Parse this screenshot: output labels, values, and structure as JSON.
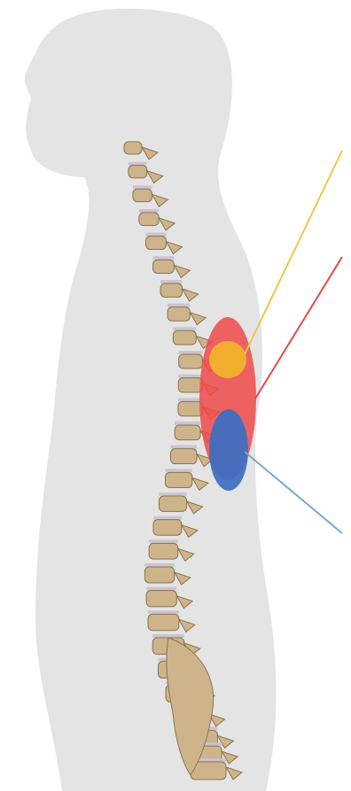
{
  "illustration": {
    "subject": "spine-side-view-with-highlighted-regions",
    "colors": {
      "background": "#ffffff",
      "silhouette": "#e4e4e4",
      "bone": "#cdb48a",
      "bone_shadow": "#8a7350",
      "disc": "#c9c2cf",
      "highlight_red": "#f04a4a",
      "highlight_yellow": "#f3b52d",
      "highlight_blue": "#3b6fc2",
      "line_yellow": "#f0c64a",
      "line_red": "#e64a4a",
      "line_blue": "#7aa7d6"
    },
    "markers": [
      "yellow-region",
      "red-region",
      "blue-region"
    ]
  }
}
